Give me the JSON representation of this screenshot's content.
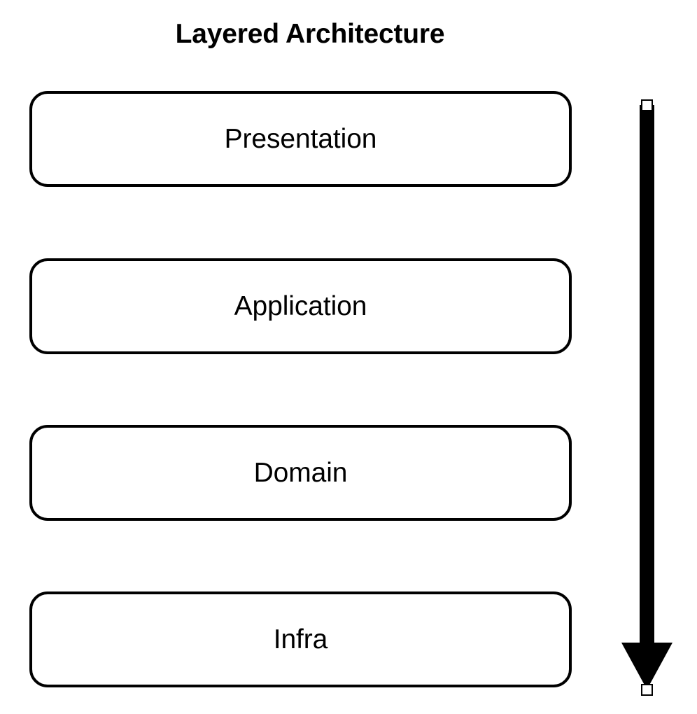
{
  "diagram": {
    "title": "Layered Architecture",
    "type": "layered-stack",
    "background_color": "#ffffff",
    "stroke_color": "#000000",
    "text_color": "#000000",
    "layers": [
      {
        "label": "Presentation",
        "order": 1
      },
      {
        "label": "Application",
        "order": 2
      },
      {
        "label": "Domain",
        "order": 3
      },
      {
        "label": "Infra",
        "order": 4
      }
    ],
    "arrow": {
      "name": "dependency-direction-arrow",
      "direction": "down",
      "color": "#000000",
      "endpoint_handle_fill": "#ffffff",
      "endpoint_handle_stroke": "#000000"
    }
  }
}
